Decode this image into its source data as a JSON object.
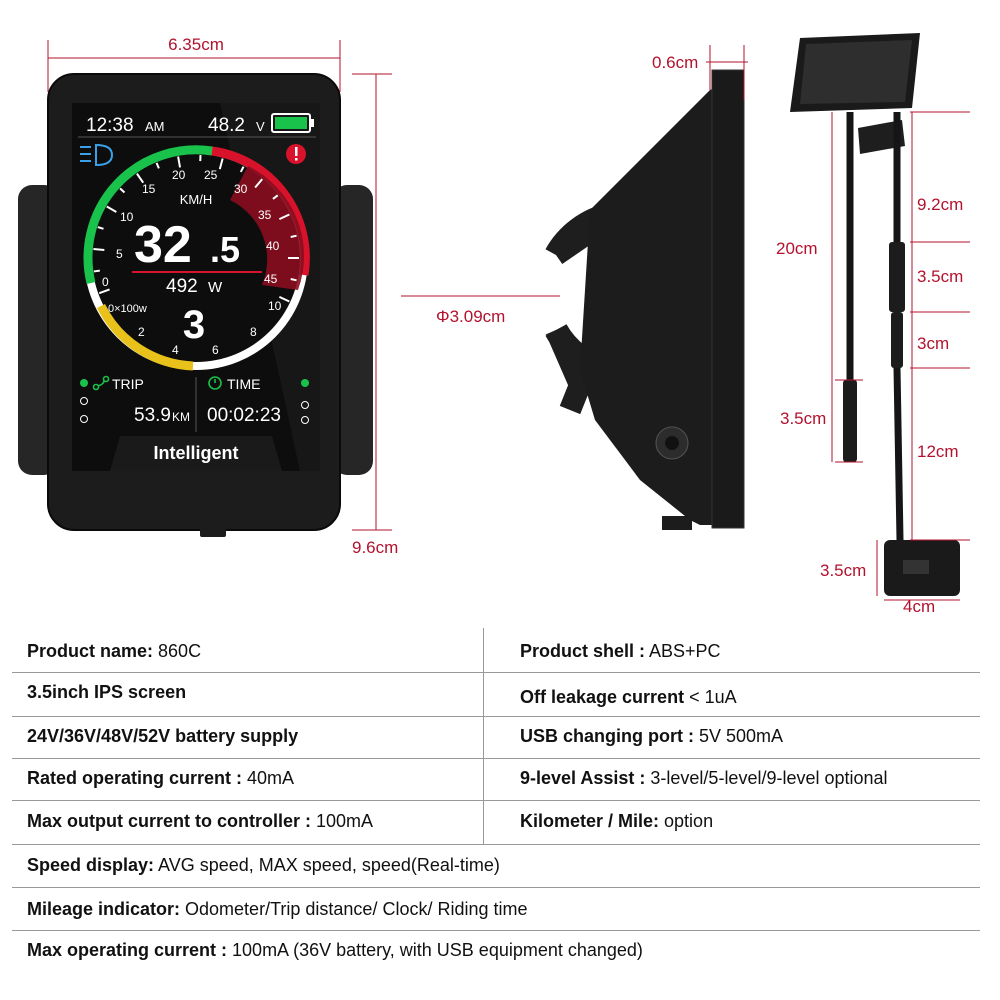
{
  "display": {
    "time_value": "12:38",
    "time_suffix": "AM",
    "voltage": "48.2",
    "voltage_unit": "V",
    "speed_unit": "KM/H",
    "speed_int": "32",
    "speed_dec": ".5",
    "power": "492",
    "power_unit": "W",
    "power_scale": "0×100w",
    "assist_level": "3",
    "trip_label": "TRIP",
    "trip_value": "53.9",
    "trip_unit": "KM",
    "time_label": "TIME",
    "time_elapsed": "00:02:23",
    "brand": "Intelligent",
    "speed_ticks": [
      "5",
      "10",
      "15",
      "20",
      "25",
      "30",
      "35",
      "40",
      "45"
    ],
    "power_ticks": [
      "2",
      "4",
      "6",
      "8",
      "10"
    ]
  },
  "dimensions": {
    "width": "6.35cm",
    "height": "9.6cm",
    "depth": "0.6cm",
    "clamp": "Φ3.09cm",
    "cable_total": "20cm",
    "cable_a": "9.2cm",
    "cable_b": "3.5cm",
    "cable_c": "3cm",
    "cable_d": "3.5cm",
    "cable_e": "12cm",
    "connector_h": "3.5cm",
    "connector_w": "4cm"
  },
  "specs": {
    "r1_left_label": "Product name:",
    "r1_left_value": " 860C",
    "r1_right_label": "Product shell :",
    "r1_right_value": " ABS+PC",
    "r2_left_label": "3.5inch IPS screen",
    "r2_right_label": "Off leakage current",
    "r2_right_value": " < 1uA",
    "r3_left_label": "24V/36V/48V/52V battery supply",
    "r3_right_label": "USB changing port :",
    "r3_right_value": " 5V 500mA",
    "r4_left_label": "Rated operating current :",
    "r4_left_value": " 40mA",
    "r4_right_label": "9-level Assist :",
    "r4_right_value": " 3-level/5-level/9-level optional",
    "r5_left_label": "Max output current to controller :",
    "r5_left_value": " 100mA",
    "r5_right_label": "Kilometer / Mile:",
    "r5_right_value": " option",
    "r6_label": "Speed display:",
    "r6_value": " AVG speed, MAX speed, speed(Real-time)",
    "r7_label": "Mileage indicator:",
    "r7_value": " Odometer/Trip distance/ Clock/ Riding time",
    "r8_label": "Max operating current :",
    "r8_value": " 100mA (36V battery, with USB equipment changed)"
  },
  "colors": {
    "dimension": "#b3122e",
    "gauge_green": "#19c24a",
    "gauge_red": "#d8122a",
    "gauge_yellow": "#e8c21a",
    "screen_bg": "#0d0d0d"
  }
}
